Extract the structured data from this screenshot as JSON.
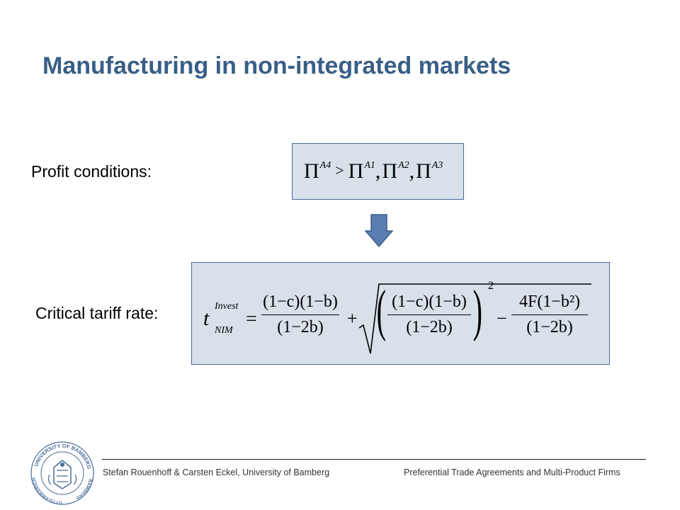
{
  "slide": {
    "title": "Manufacturing in non-integrated markets",
    "profit_label": "Profit conditions:",
    "tariff_label": "Critical tariff rate:"
  },
  "profit_formula": {
    "pi": "Π",
    "a4": "A4",
    "gt": ">",
    "a1": "A1",
    "a2": "A2",
    "a3": "A3",
    "comma": ","
  },
  "tariff_formula": {
    "t": "t",
    "superscript": "Invest",
    "subscript": "NIM",
    "equals": "=",
    "frac1_num": "(1−c)(1−b)",
    "frac1_den": "(1−2b)",
    "plus": "+",
    "frac2_num": "(1−c)(1−b)",
    "frac2_den": "(1−2b)",
    "exponent": "2",
    "minus": "−",
    "frac3_num": "4F(1−b²)",
    "frac3_den": "(1−2b)"
  },
  "footer": {
    "left": "Stefan Rouenhoff & Carsten Eckel, University of Bamberg",
    "right": "Preferential Trade Agreements and Multi-Product Firms"
  },
  "logo": {
    "icon": "university-seal-icon",
    "text_top": "UNIVERSITY OF BAMBERG",
    "text_left": "OTTO-FRIEDRICH-UNIVERSITÄT",
    "text_right": "BAMBERG",
    "color": "#4a6c96"
  },
  "colors": {
    "title": "#3a5f86",
    "box_fill": "#d8e0ea",
    "box_border": "#4a6c96",
    "arrow": "#5a7db0"
  }
}
